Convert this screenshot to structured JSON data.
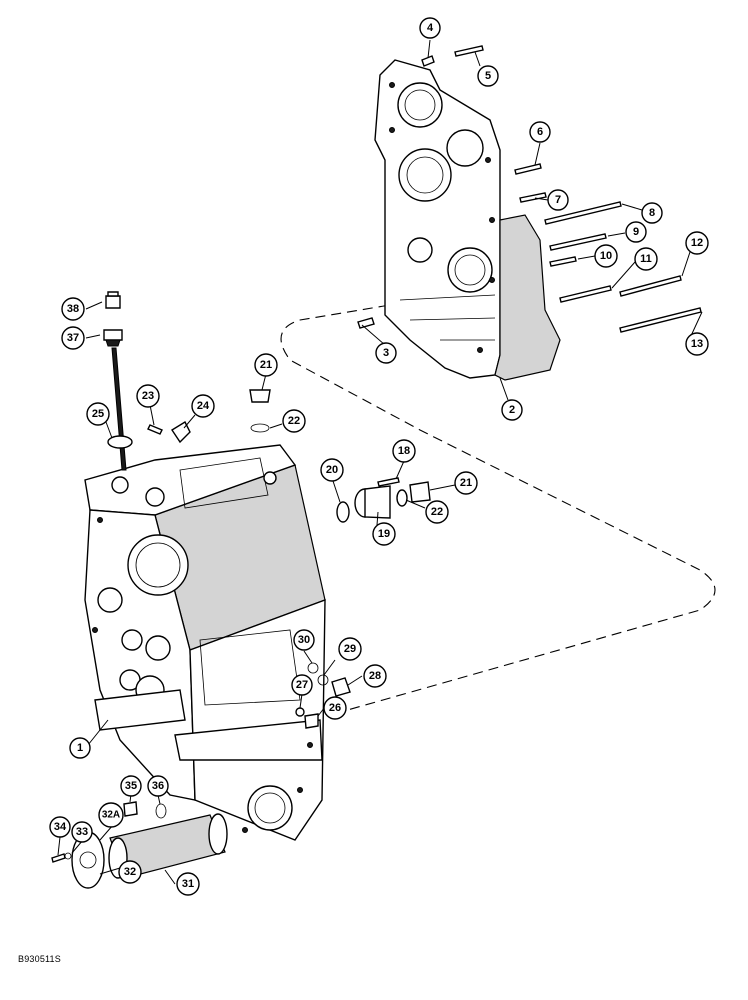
{
  "figure_code": "B930511S",
  "callouts": [
    {
      "id": "c1",
      "label": "1"
    },
    {
      "id": "c2",
      "label": "2"
    },
    {
      "id": "c3",
      "label": "3"
    },
    {
      "id": "c4",
      "label": "4"
    },
    {
      "id": "c5",
      "label": "5"
    },
    {
      "id": "c6",
      "label": "6"
    },
    {
      "id": "c7",
      "label": "7"
    },
    {
      "id": "c8",
      "label": "8"
    },
    {
      "id": "c9",
      "label": "9"
    },
    {
      "id": "c10",
      "label": "10"
    },
    {
      "id": "c11",
      "label": "11"
    },
    {
      "id": "c12",
      "label": "12"
    },
    {
      "id": "c13",
      "label": "13"
    },
    {
      "id": "c18",
      "label": "18"
    },
    {
      "id": "c19",
      "label": "19"
    },
    {
      "id": "c20",
      "label": "20"
    },
    {
      "id": "c21a",
      "label": "21"
    },
    {
      "id": "c21b",
      "label": "21"
    },
    {
      "id": "c22a",
      "label": "22"
    },
    {
      "id": "c22b",
      "label": "22"
    },
    {
      "id": "c23",
      "label": "23"
    },
    {
      "id": "c24",
      "label": "24"
    },
    {
      "id": "c25",
      "label": "25"
    },
    {
      "id": "c26",
      "label": "26"
    },
    {
      "id": "c27",
      "label": "27"
    },
    {
      "id": "c28",
      "label": "28"
    },
    {
      "id": "c29",
      "label": "29"
    },
    {
      "id": "c30",
      "label": "30"
    },
    {
      "id": "c31",
      "label": "31"
    },
    {
      "id": "c32",
      "label": "32"
    },
    {
      "id": "c32a",
      "label": "32A"
    },
    {
      "id": "c33",
      "label": "33"
    },
    {
      "id": "c34",
      "label": "34"
    },
    {
      "id": "c35",
      "label": "35"
    },
    {
      "id": "c36",
      "label": "36"
    },
    {
      "id": "c37",
      "label": "37"
    },
    {
      "id": "c38",
      "label": "38"
    }
  ]
}
